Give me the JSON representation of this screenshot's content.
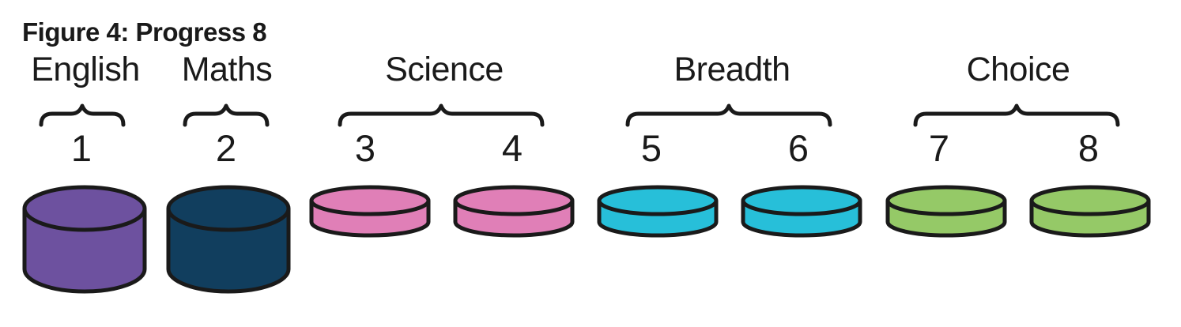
{
  "title": "Figure 4: Progress 8",
  "colors": {
    "outline": "#1a1a1a",
    "text": "#1a1a1a",
    "english": "#6d519f",
    "maths": "#113e5e",
    "science": "#e07fb7",
    "breadth": "#27bfd9",
    "choice": "#95c967"
  },
  "groups": [
    {
      "label": "English",
      "slots": [
        "1"
      ]
    },
    {
      "label": "Maths",
      "slots": [
        "2"
      ]
    },
    {
      "label": "Science",
      "slots": [
        "3",
        "4"
      ]
    },
    {
      "label": "Breadth",
      "slots": [
        "5",
        "6"
      ]
    },
    {
      "label": "Choice",
      "slots": [
        "7",
        "8"
      ]
    }
  ],
  "slots": [
    {
      "number": "1",
      "group": "English",
      "color": "#6d519f",
      "shape": "tall-cylinder"
    },
    {
      "number": "2",
      "group": "Maths",
      "color": "#113e5e",
      "shape": "tall-cylinder"
    },
    {
      "number": "3",
      "group": "Science",
      "color": "#e07fb7",
      "shape": "disk"
    },
    {
      "number": "4",
      "group": "Science",
      "color": "#e07fb7",
      "shape": "disk"
    },
    {
      "number": "5",
      "group": "Breadth",
      "color": "#27bfd9",
      "shape": "disk"
    },
    {
      "number": "6",
      "group": "Breadth",
      "color": "#27bfd9",
      "shape": "disk"
    },
    {
      "number": "7",
      "group": "Choice",
      "color": "#95c967",
      "shape": "disk"
    },
    {
      "number": "8",
      "group": "Choice",
      "color": "#95c967",
      "shape": "disk"
    }
  ]
}
